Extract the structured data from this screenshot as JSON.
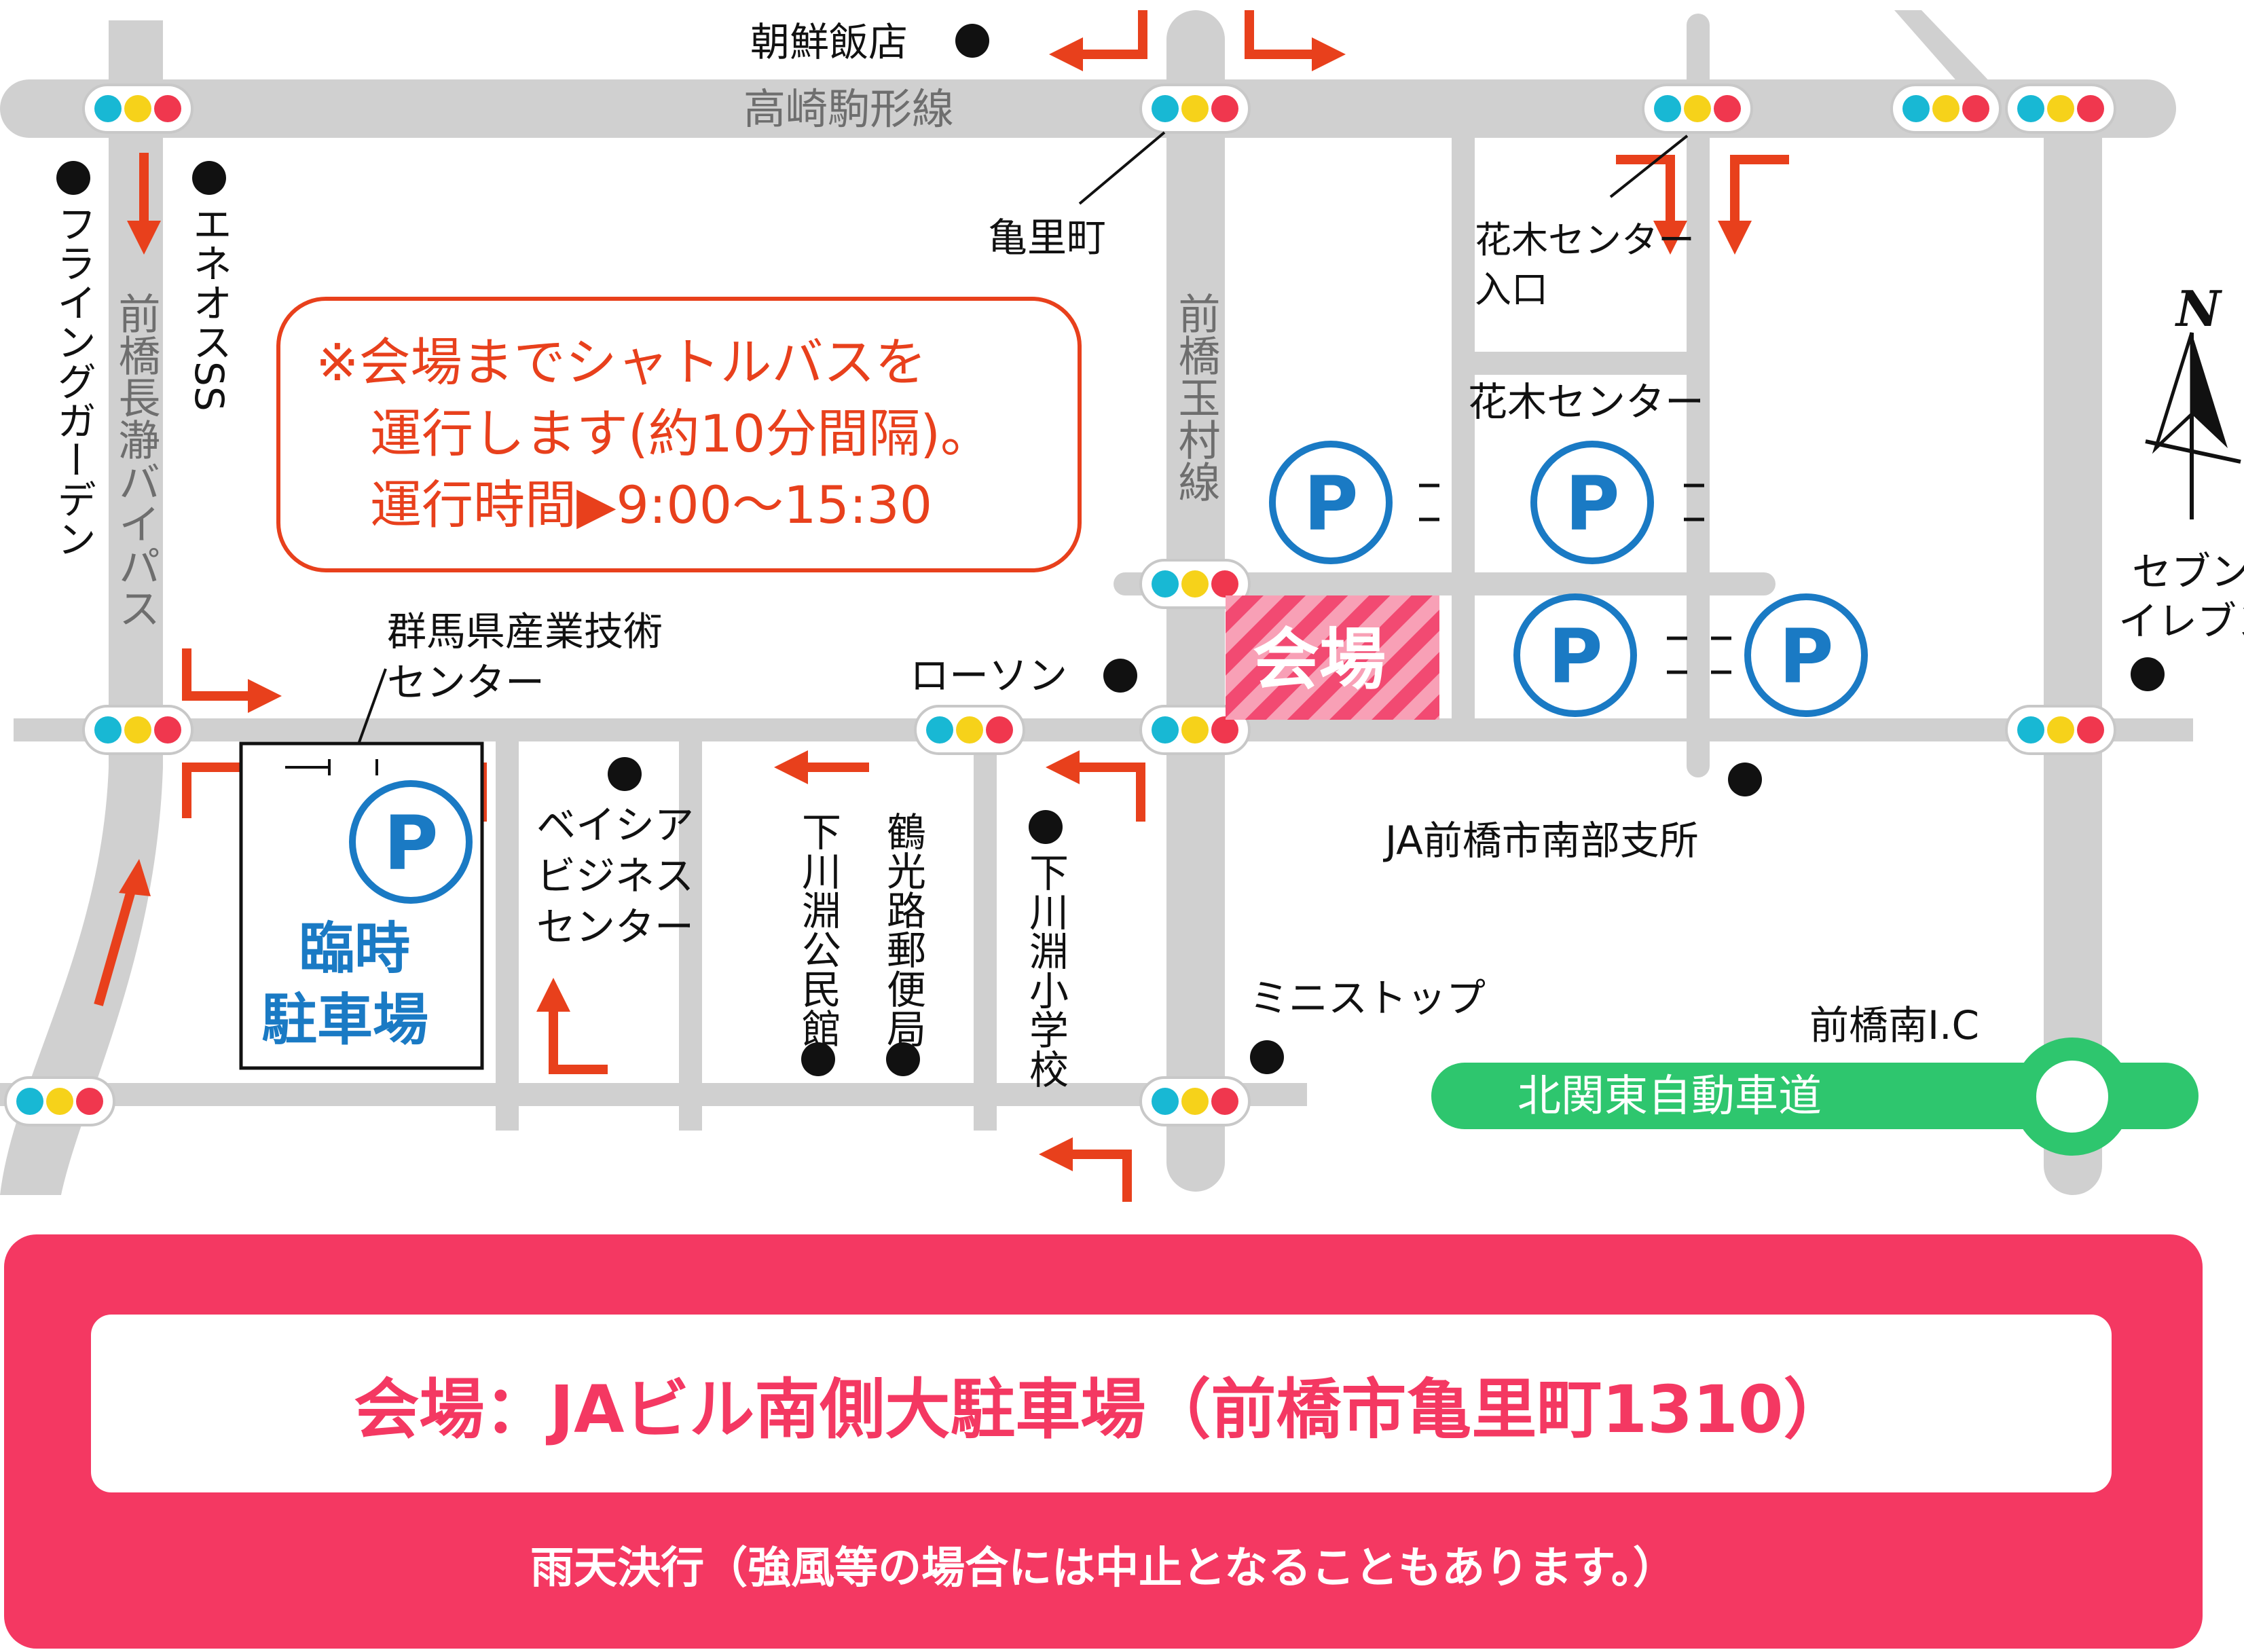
{
  "roads": {
    "top": "高崎駒形線",
    "bypass": "前橋長瀞バイパス",
    "tamamura": "前橋玉村線",
    "expressway": "北関東自動車道"
  },
  "notice": {
    "line1": "※会場までシャトルバスを",
    "line2": "運行します(約10分間隔)。",
    "line3": "運行時間▶9:00〜15:30"
  },
  "venue": {
    "label": "会場"
  },
  "parking": {
    "symbol": "P",
    "temp_line1": "臨時",
    "temp_line2": "駐車場"
  },
  "landmarks": {
    "choson": "朝鮮飯店",
    "flying": "フライングガーデン",
    "eneos": "エネオスSS",
    "kamesato": "亀里町",
    "kaboku_entrance_1": "花木センター",
    "kaboku_entrance_2": "入口",
    "kaboku_center": "花木センター",
    "seven_1": "セブン",
    "seven_2": "イレブン",
    "gunma_1": "群馬県産業技術",
    "gunma_2": "センター",
    "lawson": "ローソン",
    "beisia_1": "ベイシア",
    "beisia_2": "ビジネス",
    "beisia_3": "センター",
    "kominkan": "下川淵公民館",
    "post": "鶴光路郵便局",
    "school": "下川淵小学校",
    "ja": "JA前橋市南部支所",
    "ministop": "ミニストップ",
    "ic": "前橋南I.C"
  },
  "compass": {
    "north": "N"
  },
  "footer": {
    "address": "会場：JAビル南側大駐車場（前橋市亀里町1310）",
    "note": "雨天決行（強風等の場合には中止となることもあります。）"
  },
  "colors": {
    "road": "#d0d0d0",
    "arrow": "#e8401c",
    "parking": "#1a7ac4",
    "footer": "#f43862",
    "expressway": "#2ec66e",
    "venue": "#f43862"
  }
}
